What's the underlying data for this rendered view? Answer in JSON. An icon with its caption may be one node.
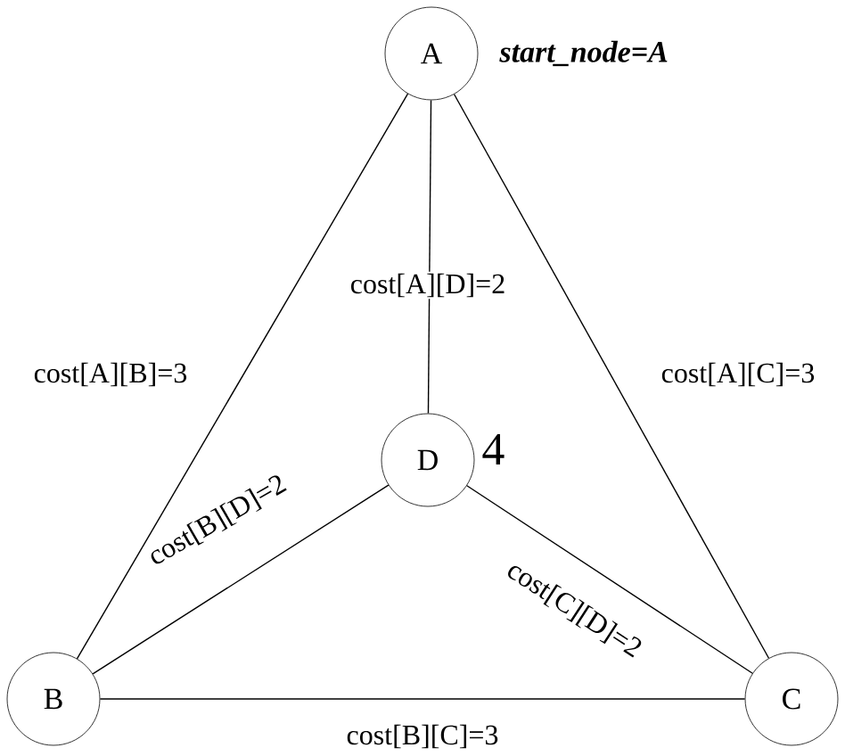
{
  "diagram": {
    "nodes": [
      {
        "text": [
          "A"
        ],
        "beside": [
          "start_node=A"
        ]
      },
      {
        "text": [
          "D"
        ],
        "beside": [
          "4"
        ]
      },
      {
        "text": [
          "B"
        ]
      },
      {
        "text": [
          "C"
        ]
      }
    ],
    "edges": [
      {
        "from": 0,
        "to": 2,
        "arrow": "none",
        "label": "cost[A][B]=3"
      },
      {
        "from": 0,
        "to": 3,
        "arrow": "none",
        "label": "cost[A][C]=3"
      },
      {
        "from": 0,
        "to": 1,
        "arrow": "none",
        "label": "cost[A][D]=2"
      },
      {
        "from": 2,
        "to": 1,
        "arrow": "none",
        "label": "cost[B][D]=2"
      },
      {
        "from": 3,
        "to": 1,
        "arrow": "none",
        "label": "cost[C][D]=2"
      },
      {
        "from": 2,
        "to": 3,
        "arrow": "none",
        "label": "cost[B][C]=3"
      }
    ]
  }
}
